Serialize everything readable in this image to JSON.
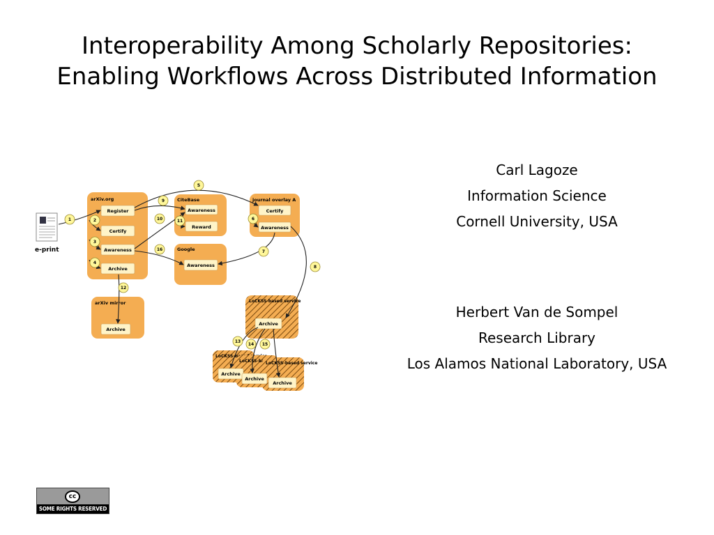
{
  "title": {
    "line1": "Interoperability Among Scholarly Repositories:",
    "line2": "Enabling Workflows Across Distributed Information"
  },
  "authors": [
    {
      "name": "Carl Lagoze",
      "dept": "Information Science",
      "org": "Cornell University, USA"
    },
    {
      "name": "Herbert Van de Sompel",
      "dept": "Research Library",
      "org": "Los Alamos National Laboratory, USA"
    }
  ],
  "diagram": {
    "eprint_label": "e-print",
    "groups": {
      "arxiv": "arXiv.org",
      "citebase": "CiteBase",
      "journal": "journal overlay A",
      "google": "Google",
      "mirror": "arXiv mirror",
      "lockss_main": "LoCKSS-based service",
      "lockss_1": "LoCKSS-based service",
      "lockss_2": "LoCKSS-based service",
      "lockss_3": "LoCKSS-based service"
    },
    "boxes": {
      "register": "Register",
      "certify": "Certify",
      "awareness": "Awareness",
      "archive": "Archive",
      "cb_awareness": "Awareness",
      "reward": "Reward",
      "journal_certify": "Certify",
      "journal_awareness": "Awareness",
      "google_awareness": "Awareness",
      "mirror_archive": "Archive",
      "lockss_archive": "Archive",
      "l1_archive": "Archive",
      "l2_archive": "Archive",
      "l3_archive": "Archive"
    },
    "steps": [
      "1",
      "2",
      "3",
      "4",
      "5",
      "6",
      "7",
      "8",
      "9",
      "10",
      "11",
      "12",
      "13",
      "14",
      "15",
      "16"
    ]
  },
  "license": {
    "logo": "cc",
    "text": "SOME RIGHTS RESERVED"
  }
}
